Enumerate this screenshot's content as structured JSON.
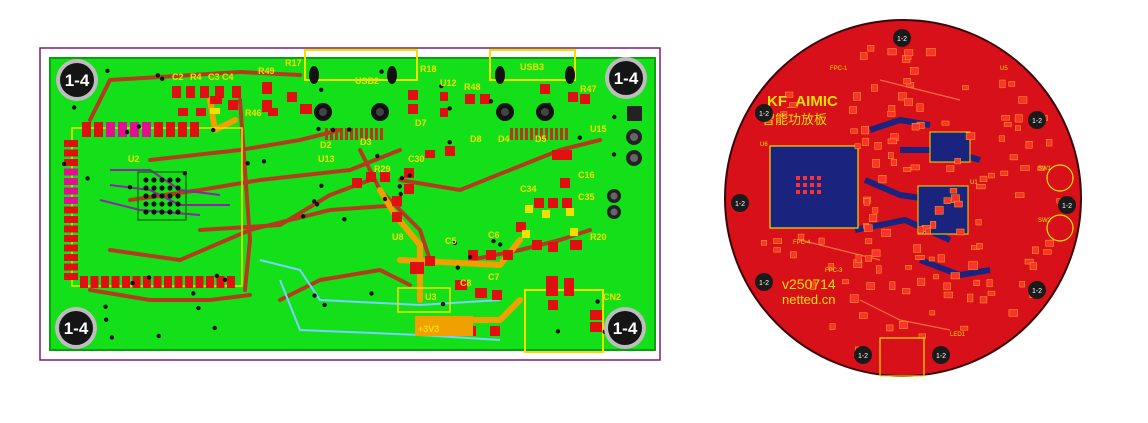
{
  "rect_board": {
    "mount_label": "1-4",
    "silk_labels": [
      "C2",
      "R4",
      "C3",
      "C4",
      "R49",
      "R17",
      "USB2",
      "R18",
      "U12",
      "R48",
      "USB3",
      "R47",
      "R46",
      "D7",
      "D8",
      "D4",
      "D5",
      "U15",
      "D2",
      "D3",
      "U13",
      "C30",
      "U2",
      "R29",
      "C34",
      "C35",
      "C16",
      "U8",
      "C5",
      "C6",
      "R20",
      "C7",
      "C8",
      "U3",
      "CN2",
      "+3V3"
    ],
    "colors": {
      "copper": "#14e01a",
      "pad": "#e01010",
      "silk": "#f0e000",
      "via": "#111111",
      "outline": "#7a1a7a",
      "trace": "#b43c1e"
    }
  },
  "round_board": {
    "mount_label": "1-2",
    "title": "KF_AIMIC",
    "subtitle": "智能功放板",
    "version": "v250714",
    "site": "netted.cn",
    "silk_labels": [
      "FPC-1",
      "FPC-4",
      "FPC-3",
      "U5",
      "U6",
      "U1",
      "LED1",
      "SW1",
      "SW2"
    ],
    "colors": {
      "copper": "#d8101a",
      "pad": "#ff3030",
      "silk": "#f0e000",
      "trace": "#1a237e"
    }
  }
}
